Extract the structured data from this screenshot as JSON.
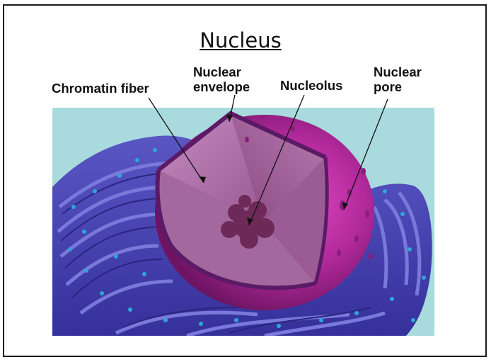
{
  "title": "Nucleus",
  "labels": {
    "chromatin_fiber": "Chromatin fiber",
    "nuclear_envelope": [
      "Nuclear",
      "envelope"
    ],
    "nucleolus": "Nucleolus",
    "nuclear_pore": [
      "Nuclear",
      "pore"
    ]
  },
  "colors": {
    "background_panel": "#a9dadd",
    "endoplasmic_reticulum": "#4a45b0",
    "nucleus_surface": "#b32a9c",
    "nucleus_interior": "#b77aad",
    "nucleolus": "#6d2a58",
    "ribosome_dots": "#2fa6d9"
  },
  "icons": [
    "nucleus-illustration"
  ]
}
